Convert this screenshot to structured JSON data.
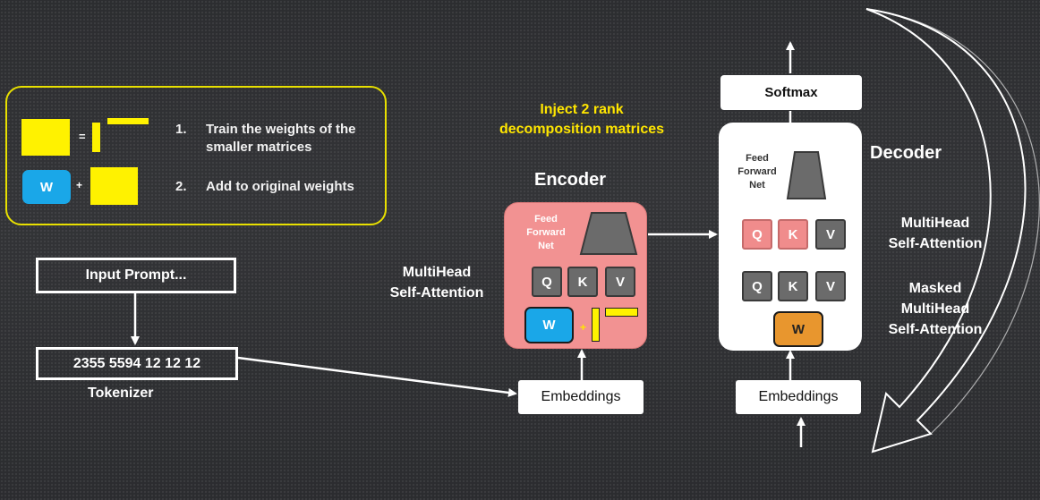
{
  "legend": {
    "equals_sign": "=",
    "plus_sign": "+",
    "w_label": "W",
    "step1_num": "1.",
    "step1_line1": "Train the weights of the",
    "step1_line2": "smaller matrices",
    "step2_num": "2.",
    "step2_text": "Add to original weights"
  },
  "inject": {
    "line1": "Inject 2 rank",
    "line2": "decomposition matrices"
  },
  "input_prompt": "Input Prompt...",
  "token_ids": "2355 5594 12 12 12",
  "tokenizer_label": "Tokenizer",
  "encoder": {
    "title": "Encoder",
    "ffn_line1": "Feed",
    "ffn_line2": "Forward",
    "ffn_line3": "Net",
    "q": "Q",
    "k": "K",
    "v": "V",
    "w": "W",
    "plus": "+",
    "attention_line1": "MultiHead",
    "attention_line2": "Self-Attention",
    "embeddings": "Embeddings"
  },
  "decoder": {
    "title": "Decoder",
    "softmax": "Softmax",
    "ffn_line1": "Feed",
    "ffn_line2": "Forward",
    "ffn_line3": "Net",
    "q1": "Q",
    "k1": "K",
    "v1": "V",
    "q2": "Q",
    "k2": "K",
    "v2": "V",
    "w": "W",
    "attention_line1": "MultiHead",
    "attention_line2": "Self-Attention",
    "masked_line1": "Masked",
    "masked_line2": "MultiHead",
    "masked_line3": "Self-Attention",
    "embeddings": "Embeddings"
  },
  "colors": {
    "yellow": "#fff200",
    "blue": "#1aa7e8",
    "pink": "#f08c8c",
    "orange": "#e8962e",
    "gray": "#6b6b6b"
  }
}
